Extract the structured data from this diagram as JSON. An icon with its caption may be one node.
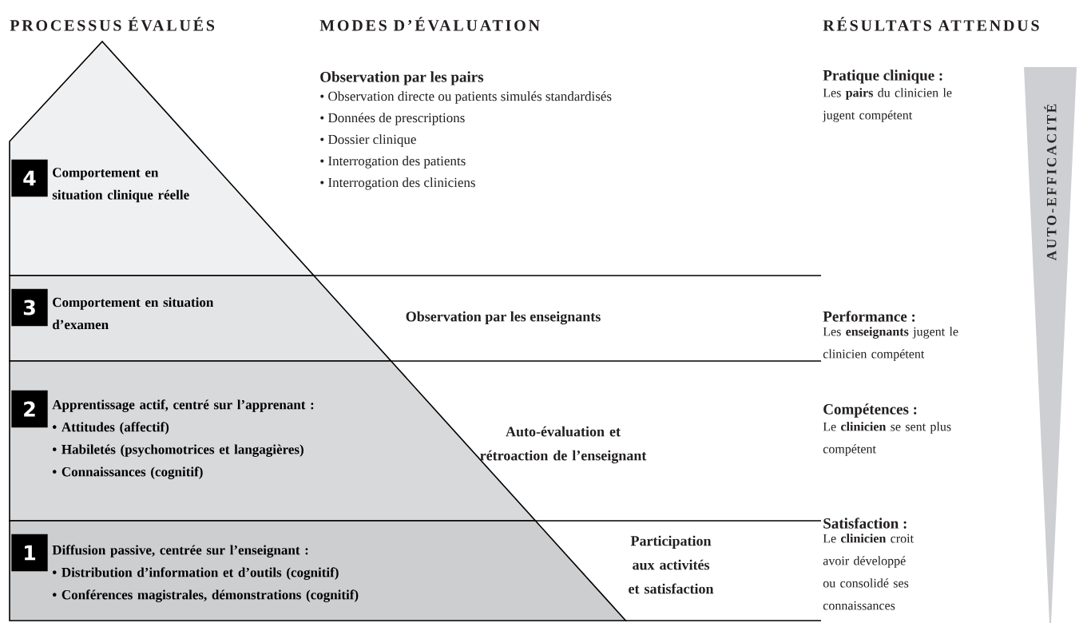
{
  "diagram": {
    "nodes": [
      {
        "text": [
          "4",
          "Comportement en situation clinique réelle"
        ]
      },
      {
        "text": [
          "3",
          "Comportement en situation d’examen"
        ]
      },
      {
        "text": [
          "2",
          "Apprentissage actif, centré sur l’apprenant :",
          "• Attitudes (affectif)",
          "• Habiletés (psychomotrices et langagières)",
          "• Connaissances (cognitif)"
        ]
      },
      {
        "text": [
          "1",
          "Diffusion passive, centrée sur l’enseignant :",
          "• Distribution d’information et d’outils (cognitif)",
          "• Conférences magistrales, démonstrations (cognitif)"
        ]
      },
      {
        "text": [
          "AUTO-EFFICACITÉ"
        ]
      }
    ],
    "labels": [
      "PROCESSUS ÉVALUÉS",
      "MODES D’ÉVALUATION",
      "RÉSULTATS ATTENDUS",
      "Observation par les pairs",
      "• Observation directe ou patients simulés standardisés",
      "• Données de prescriptions",
      "• Dossier clinique",
      "• Interrogation des patients",
      "• Interrogation des cliniciens",
      "Pratique clinique :",
      "Les **pairs** du clinicien le jugent compétent",
      "Observation par les enseignants",
      "Performance :",
      "Les **enseignants** jugent le clinicien compétent",
      "Auto-évaluation et rétroaction de l’enseignant",
      "Compétences :",
      "Le **clinicien** se sent plus compétent",
      "Participation aux activités et satisfaction",
      "Satisfaction :",
      "Le **clinicien** croit avoir développé ou consolidé ses connaissances"
    ]
  }
}
